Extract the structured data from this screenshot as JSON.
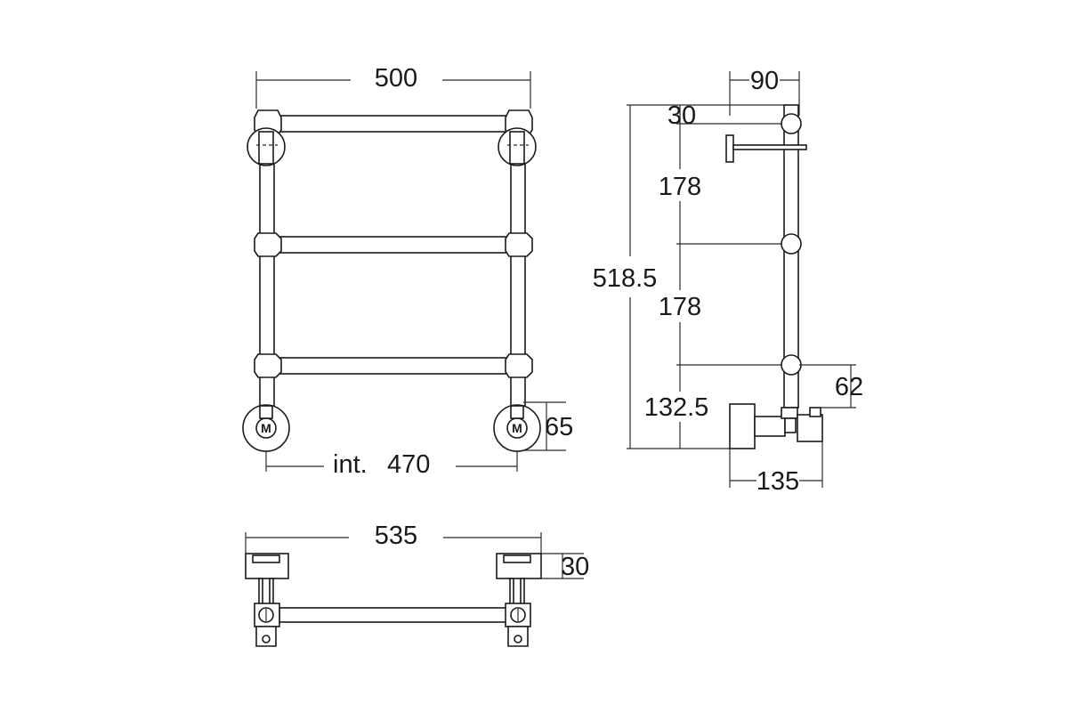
{
  "colors": {
    "line": "#1a1a1a",
    "background": "#ffffff"
  },
  "front_view": {
    "width_dim": "500",
    "internal_prefix": "int.",
    "internal_dim": "470",
    "valve_dim": "65",
    "valve_mark": "M"
  },
  "side_view": {
    "depth_dim": "90",
    "top_dim": "30",
    "total_height_dim": "518.5",
    "spacing_1": "178",
    "spacing_2": "178",
    "bottom_dim": "132.5",
    "valve_offset_dim": "62",
    "valve_depth_dim": "135"
  },
  "top_view": {
    "width_dim": "535",
    "depth_dim": "30"
  }
}
